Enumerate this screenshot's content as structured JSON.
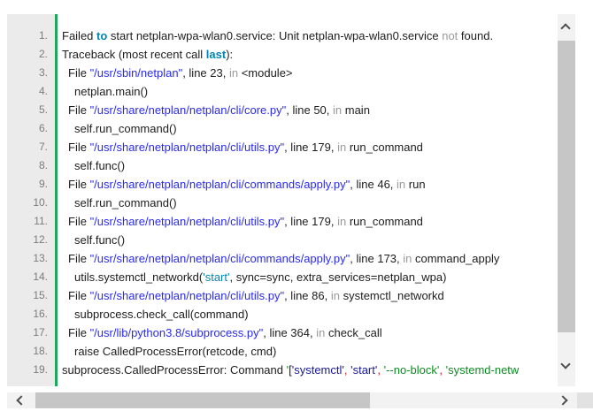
{
  "colors": {
    "gutter-bg": "#ebebeb",
    "gutter-text": "#7b7b7b",
    "divider-green": "#1ea65a",
    "text-default": "#1c1c1c",
    "tok-kw": "#0086b3",
    "tok-dim": "#9a9a9a",
    "tok-str": "#2a2af0",
    "tok-lit": "#0086b3",
    "tok-nav": "#18189a",
    "tok-grn": "#108a24",
    "tok-red": "#c22222",
    "scroll-track": "#f2f2f2",
    "scroll-thumb": "#c6c6c6",
    "scroll-arrow": "#4d4d4d",
    "page-bg": "#ffffff"
  },
  "scrollbars": {
    "vertical": {
      "up_icon": "chevron-up-icon",
      "down_icon": "chevron-down-icon"
    },
    "horizontal": {
      "left_icon": "chevron-left-icon",
      "right_icon": "chevron-right-icon"
    }
  },
  "code_block": {
    "lines": [
      {
        "num": "1.",
        "indent": 0,
        "tokens": [
          {
            "t": "Failed "
          },
          {
            "t": "to",
            "s": "kw"
          },
          {
            "t": " start netplan-wpa-wlan0.service: Unit netplan-wpa-wlan0.service "
          },
          {
            "t": "not",
            "s": "dim"
          },
          {
            "t": " found."
          }
        ]
      },
      {
        "num": "2.",
        "indent": 0,
        "tokens": [
          {
            "t": "Traceback (most recent call "
          },
          {
            "t": "last",
            "s": "kw"
          },
          {
            "t": "):"
          }
        ]
      },
      {
        "num": "3.",
        "indent": 1,
        "tokens": [
          {
            "t": "File "
          },
          {
            "t": "\"/usr/sbin/netplan\"",
            "s": "str"
          },
          {
            "t": ", line 23, "
          },
          {
            "t": "in",
            "s": "dim"
          },
          {
            "t": " <module>"
          }
        ]
      },
      {
        "num": "4.",
        "indent": 2,
        "tokens": [
          {
            "t": "netplan.main()"
          }
        ]
      },
      {
        "num": "5.",
        "indent": 1,
        "tokens": [
          {
            "t": "File "
          },
          {
            "t": "\"/usr/share/netplan/netplan/cli/core.py\"",
            "s": "str"
          },
          {
            "t": ", line 50, "
          },
          {
            "t": "in",
            "s": "dim"
          },
          {
            "t": " main"
          }
        ]
      },
      {
        "num": "6.",
        "indent": 2,
        "tokens": [
          {
            "t": "self.run_command()"
          }
        ]
      },
      {
        "num": "7.",
        "indent": 1,
        "tokens": [
          {
            "t": "File "
          },
          {
            "t": "\"/usr/share/netplan/netplan/cli/utils.py\"",
            "s": "str"
          },
          {
            "t": ", line 179, "
          },
          {
            "t": "in",
            "s": "dim"
          },
          {
            "t": " run_command"
          }
        ]
      },
      {
        "num": "8.",
        "indent": 2,
        "tokens": [
          {
            "t": "self.func()"
          }
        ]
      },
      {
        "num": "9.",
        "indent": 1,
        "tokens": [
          {
            "t": "File "
          },
          {
            "t": "\"/usr/share/netplan/netplan/cli/commands/apply.py\"",
            "s": "str"
          },
          {
            "t": ", line 46, "
          },
          {
            "t": "in",
            "s": "dim"
          },
          {
            "t": " run"
          }
        ]
      },
      {
        "num": "10.",
        "indent": 2,
        "tokens": [
          {
            "t": "self.run_command()"
          }
        ]
      },
      {
        "num": "11.",
        "indent": 1,
        "tokens": [
          {
            "t": "File "
          },
          {
            "t": "\"/usr/share/netplan/netplan/cli/utils.py\"",
            "s": "str"
          },
          {
            "t": ", line 179, "
          },
          {
            "t": "in",
            "s": "dim"
          },
          {
            "t": " run_command"
          }
        ]
      },
      {
        "num": "12.",
        "indent": 2,
        "tokens": [
          {
            "t": "self.func()"
          }
        ]
      },
      {
        "num": "13.",
        "indent": 1,
        "tokens": [
          {
            "t": "File "
          },
          {
            "t": "\"/usr/share/netplan/netplan/cli/commands/apply.py\"",
            "s": "str"
          },
          {
            "t": ", line 173, "
          },
          {
            "t": "in",
            "s": "dim"
          },
          {
            "t": " command_apply"
          }
        ]
      },
      {
        "num": "14.",
        "indent": 2,
        "tokens": [
          {
            "t": "utils.systemctl_networkd("
          },
          {
            "t": "'start'",
            "s": "lit"
          },
          {
            "t": ", sync=sync, extra_services=netplan_wpa)"
          }
        ]
      },
      {
        "num": "15.",
        "indent": 1,
        "tokens": [
          {
            "t": "File "
          },
          {
            "t": "\"/usr/share/netplan/netplan/cli/utils.py\"",
            "s": "str"
          },
          {
            "t": ", line 86, "
          },
          {
            "t": "in",
            "s": "dim"
          },
          {
            "t": " systemctl_networkd"
          }
        ]
      },
      {
        "num": "16.",
        "indent": 2,
        "tokens": [
          {
            "t": "subprocess.check_call(command)"
          }
        ]
      },
      {
        "num": "17.",
        "indent": 1,
        "tokens": [
          {
            "t": "File "
          },
          {
            "t": "\"/usr/lib/python3.8/subprocess.py\"",
            "s": "str"
          },
          {
            "t": ", line 364, "
          },
          {
            "t": "in",
            "s": "dim"
          },
          {
            "t": " check_call"
          }
        ]
      },
      {
        "num": "18.",
        "indent": 2,
        "tokens": [
          {
            "t": "raise CalledProcessError(retcode, cmd)"
          }
        ]
      },
      {
        "num": "19.",
        "indent": 0,
        "tokens": [
          {
            "t": "subprocess.CalledProcessError: Command "
          },
          {
            "t": "'",
            "s": "grn"
          },
          {
            "t": "["
          },
          {
            "t": "'systemctl'",
            "s": "nav"
          },
          {
            "t": ",",
            "s": "red"
          },
          {
            "t": " "
          },
          {
            "t": "'start'",
            "s": "nav"
          },
          {
            "t": ",",
            "s": "red"
          },
          {
            "t": " "
          },
          {
            "t": "'--no-block'",
            "s": "grn"
          },
          {
            "t": ",",
            "s": "red"
          },
          {
            "t": " "
          },
          {
            "t": "'systemd-netw",
            "s": "grn"
          }
        ]
      }
    ]
  }
}
